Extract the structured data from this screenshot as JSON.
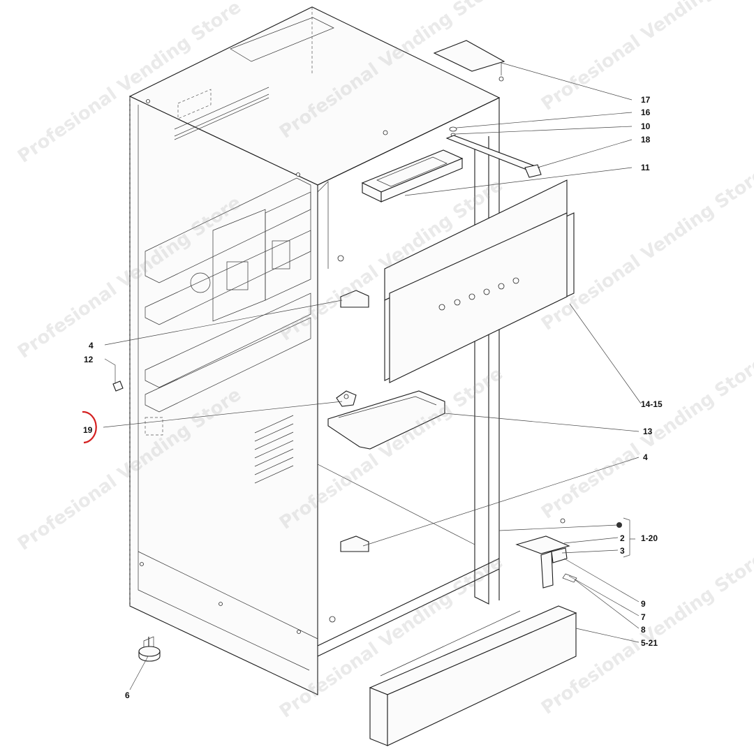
{
  "watermark": {
    "text": "Profesional Vending Store"
  },
  "callouts": [
    {
      "id": "17",
      "label": "17"
    },
    {
      "id": "16",
      "label": "16"
    },
    {
      "id": "10",
      "label": "10"
    },
    {
      "id": "18",
      "label": "18"
    },
    {
      "id": "11",
      "label": "11"
    },
    {
      "id": "4a",
      "label": "4"
    },
    {
      "id": "12",
      "label": "12"
    },
    {
      "id": "19",
      "label": "19"
    },
    {
      "id": "14-15",
      "label": "14-15"
    },
    {
      "id": "13",
      "label": "13"
    },
    {
      "id": "4b",
      "label": "4"
    },
    {
      "id": "1-20",
      "label": "1-20"
    },
    {
      "id": "2",
      "label": "2"
    },
    {
      "id": "3",
      "label": "3"
    },
    {
      "id": "9",
      "label": "9"
    },
    {
      "id": "7",
      "label": "7"
    },
    {
      "id": "8",
      "label": "8"
    },
    {
      "id": "5-21",
      "label": "5-21"
    },
    {
      "id": "6",
      "label": "6"
    }
  ],
  "highlight": {
    "callout": "19",
    "color": "#d42020"
  }
}
